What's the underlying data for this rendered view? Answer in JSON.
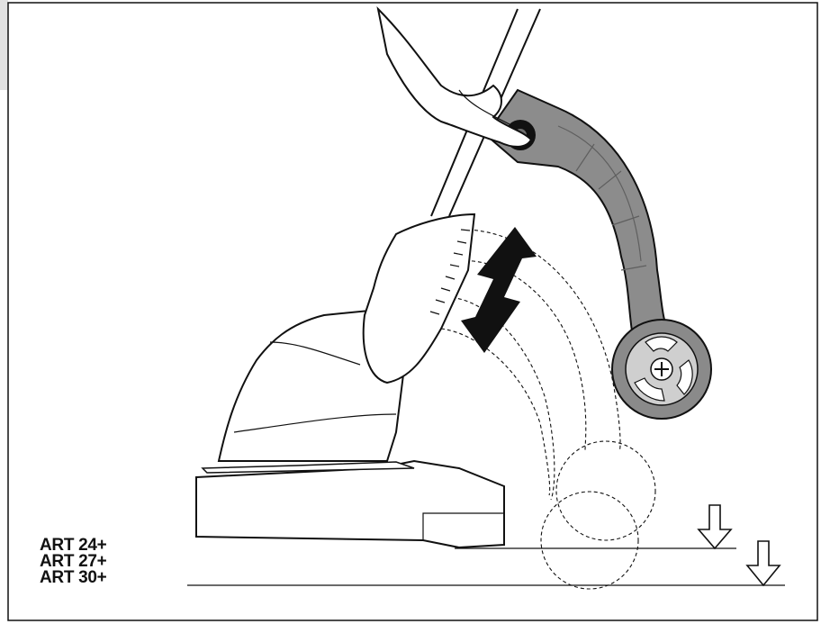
{
  "figure": {
    "models": [
      "ART 24+",
      "ART 27+",
      "ART 30+"
    ],
    "colors": {
      "line": "#111111",
      "handle_fill": "#8c8c8c",
      "handle_dark": "#6e6e6e",
      "wheel_tire": "#8a8a8a",
      "wheel_hub": "#cfcfcf",
      "arrow_fill": "#111111",
      "corner_tab": "#e2e2e2"
    },
    "icons": [
      "hand-icon",
      "wheel-icon",
      "double-arrow-icon",
      "down-arrow-icon"
    ]
  }
}
